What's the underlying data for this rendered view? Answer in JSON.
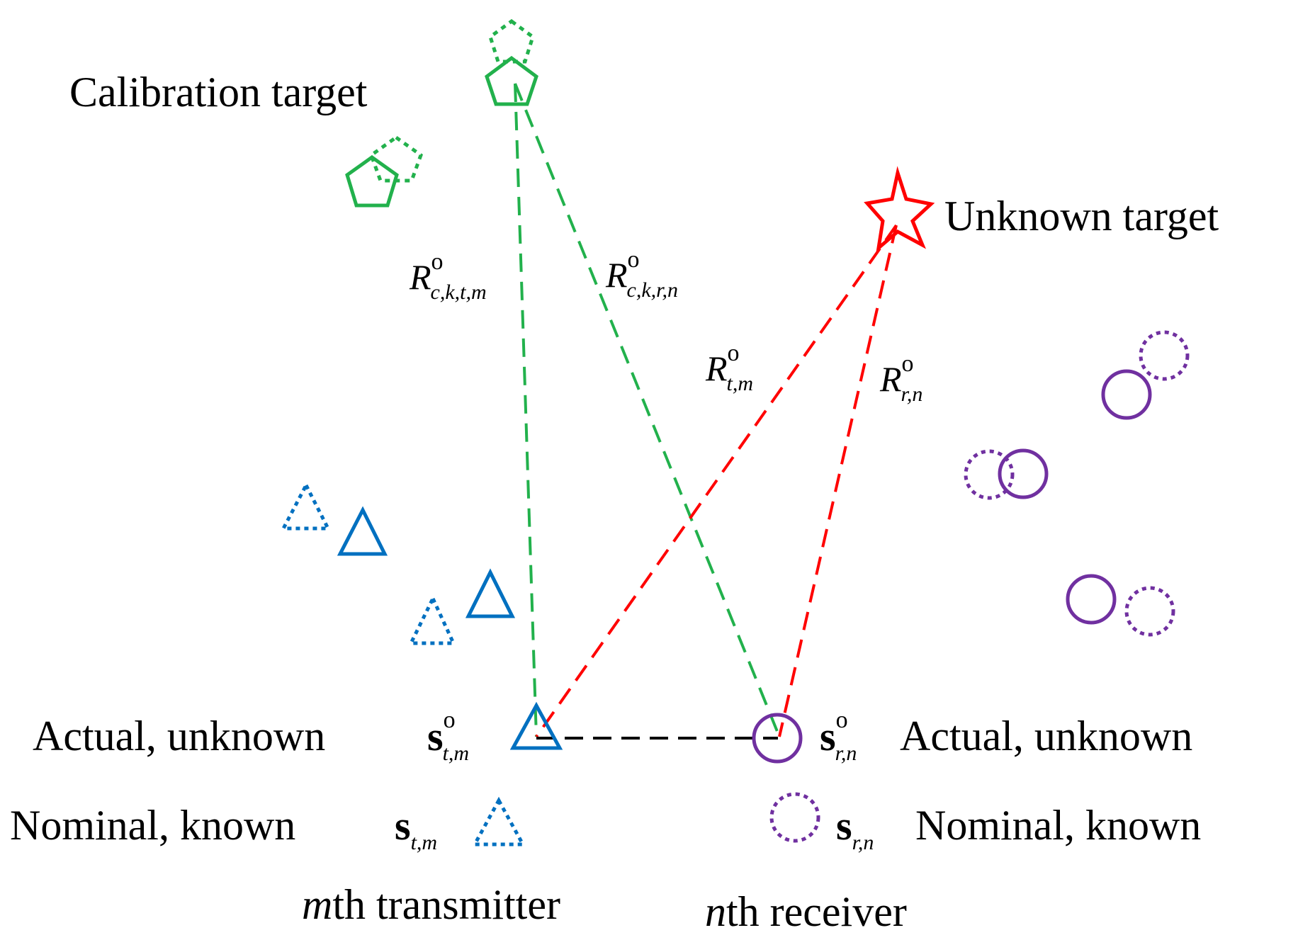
{
  "labels": {
    "calibration_target": "Calibration target",
    "unknown_target": "Unknown target",
    "tx_actual": "Actual, unknown",
    "tx_nominal": "Nominal, known",
    "rx_actual": "Actual, unknown",
    "rx_nominal": "Nominal, known",
    "mth_transmitter": {
      "var": "m",
      "text": "th transmitter"
    },
    "nth_receiver": {
      "var": "n",
      "text": "th receiver"
    }
  },
  "math": {
    "R_ckt": {
      "base": "R",
      "sup": "o",
      "sub": "c,k,t,m"
    },
    "R_ckr": {
      "base": "R",
      "sup": "o",
      "sub": "c,k,r,n"
    },
    "R_t": {
      "base": "R",
      "sup": "o",
      "sub": "t,m"
    },
    "R_r": {
      "base": "R",
      "sup": "o",
      "sub": "r,n"
    },
    "s_t_actual": {
      "base": "s",
      "sup": "o",
      "sub": "t,m"
    },
    "s_r_actual": {
      "base": "s",
      "sup": "o",
      "sub": "r,n"
    },
    "s_t_nominal": {
      "base": "s",
      "sub": "t,m"
    },
    "s_r_nominal": {
      "base": "s",
      "sub": "r,n"
    }
  },
  "colors": {
    "calibration": "#22b14c",
    "unknown_target": "#ff0000",
    "transmitter": "#0070c0",
    "receiver": "#7030a0",
    "baseline": "#000000"
  },
  "icons": {
    "calibration_target": "pentagon",
    "unknown_target": "star",
    "transmitter": "triangle",
    "receiver": "circle"
  }
}
